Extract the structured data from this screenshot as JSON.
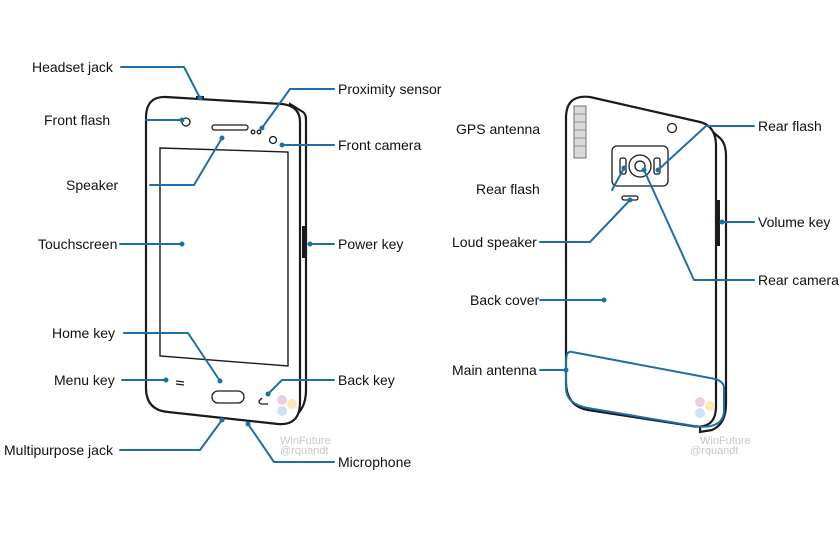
{
  "front_labels": {
    "headset_jack": "Headset jack",
    "front_flash": "Front flash",
    "speaker": "Speaker",
    "touchscreen": "Touchscreen",
    "home_key": "Home key",
    "menu_key": "Menu key",
    "multipurpose_jack": "Multipurpose jack",
    "proximity_sensor": "Proximity sensor",
    "front_camera": "Front camera",
    "power_key": "Power key",
    "back_key": "Back key",
    "microphone": "Microphone"
  },
  "back_labels": {
    "gps_antenna": "GPS antenna",
    "rear_flash_left": "Rear flash",
    "loud_speaker": "Loud speaker",
    "back_cover": "Back cover",
    "main_antenna": "Main antenna",
    "rear_flash_right": "Rear flash",
    "volume_key": "Volume key",
    "rear_camera": "Rear camera"
  },
  "watermark": {
    "front_site": "WinFuture",
    "front_handle": "@rquandt",
    "back_site": "WinFuture",
    "back_handle": "@rquandt"
  },
  "colors": {
    "leader": "#1e6fa8",
    "outline": "#1b1b1b"
  }
}
